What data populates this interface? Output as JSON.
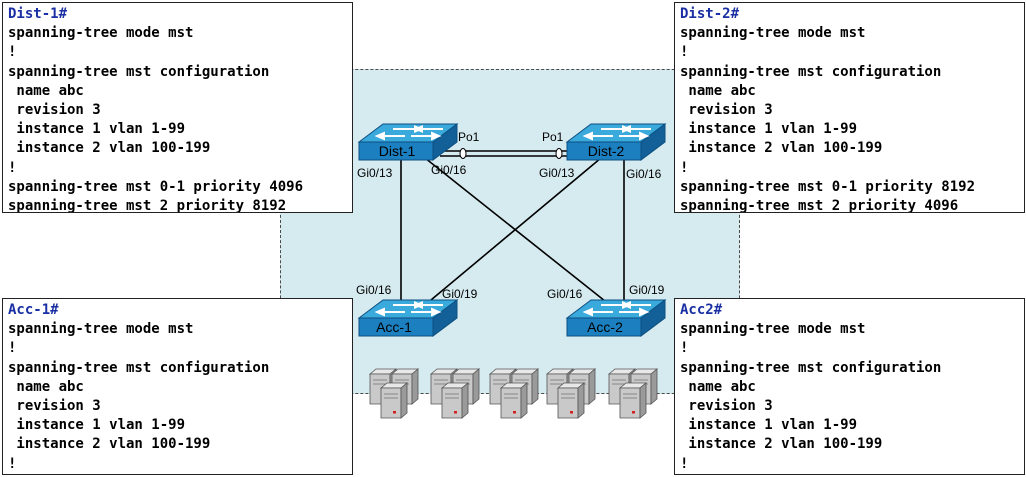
{
  "configs": {
    "dist1": {
      "prompt": "Dist-1#",
      "lines": [
        "spanning-tree mode mst",
        "!",
        "spanning-tree mst configuration",
        " name abc",
        " revision 3",
        " instance 1 vlan 1-99",
        " instance 2 vlan 100-199",
        "!",
        "spanning-tree mst 0-1 priority 4096",
        "spanning-tree mst 2 priority 8192"
      ]
    },
    "dist2": {
      "prompt": "Dist-2#",
      "lines": [
        "spanning-tree mode mst",
        "!",
        "spanning-tree mst configuration",
        " name abc",
        " revision 3",
        " instance 1 vlan 1-99",
        " instance 2 vlan 100-199",
        "!",
        "spanning-tree mst 0-1 priority 8192",
        "spanning-tree mst 2 priority 4096"
      ]
    },
    "acc1": {
      "prompt": "Acc-1#",
      "lines": [
        "spanning-tree mode mst",
        "!",
        "spanning-tree mst configuration",
        " name abc",
        " revision 3",
        " instance 1 vlan 1-99",
        " instance 2 vlan 100-199",
        "!"
      ]
    },
    "acc2": {
      "prompt": "Acc2#",
      "lines": [
        "spanning-tree mode mst",
        "!",
        "spanning-tree mst configuration",
        " name abc",
        " revision 3",
        " instance 1 vlan 1-99",
        " instance 2 vlan 100-199",
        "!"
      ]
    }
  },
  "switches": {
    "dist1": "Dist-1",
    "dist2": "Dist-2",
    "acc1": "Acc-1",
    "acc2": "Acc-2"
  },
  "ports": {
    "po1_left": "Po1",
    "po1_right": "Po1",
    "dist1_gi013": "Gi0/13",
    "dist1_gi016": "Gi0/16",
    "dist2_gi013": "Gi0/13",
    "dist2_gi016": "Gi0/16",
    "acc1_gi016": "Gi0/16",
    "acc1_gi019": "Gi0/19",
    "acc2_gi016": "Gi0/16",
    "acc2_gi019": "Gi0/19"
  },
  "colors": {
    "prompt": "#1a2fa3",
    "switch_top": "#3aa9dc",
    "switch_front": "#1c7fc0",
    "zone": "#d6ebf0"
  },
  "icons": [
    "switch-icon",
    "server-cluster-icon"
  ]
}
